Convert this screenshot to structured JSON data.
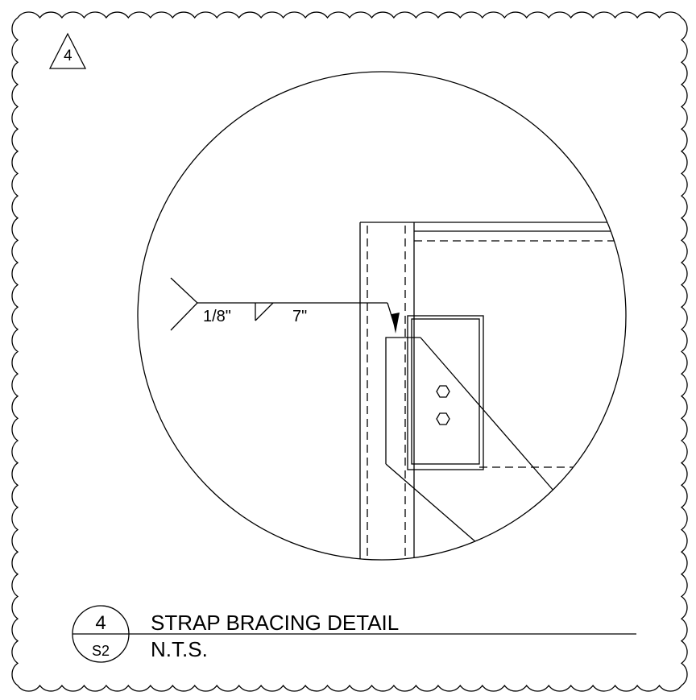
{
  "revision": {
    "number": "4"
  },
  "weld": {
    "size": "1/8\"",
    "length": "7\""
  },
  "title_block": {
    "detail_number": "4",
    "sheet": "S2",
    "title": "STRAP BRACING DETAIL",
    "scale": "N.T.S."
  }
}
